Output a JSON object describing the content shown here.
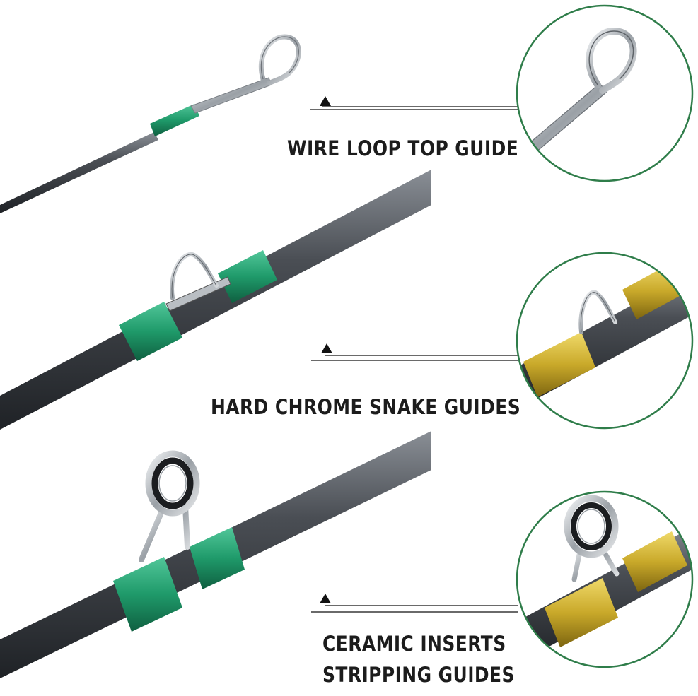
{
  "features": [
    {
      "label": "WIRE LOOP TOP GUIDE"
    },
    {
      "label": "HARD CHROME SNAKE GUIDES"
    },
    {
      "lines": [
        "CERAMIC INSERTS",
        "STRIPPING GUIDES"
      ]
    }
  ],
  "colors": {
    "circle_border": "#2f7d4a",
    "rod_blank": "#3d4045",
    "green_wrap": "#1f9a6a",
    "gold_wrap": "#c9a92a",
    "chrome": "#c8ccd0",
    "pointer": "#111111"
  },
  "icons": [
    "triangle-pointer-icon"
  ]
}
